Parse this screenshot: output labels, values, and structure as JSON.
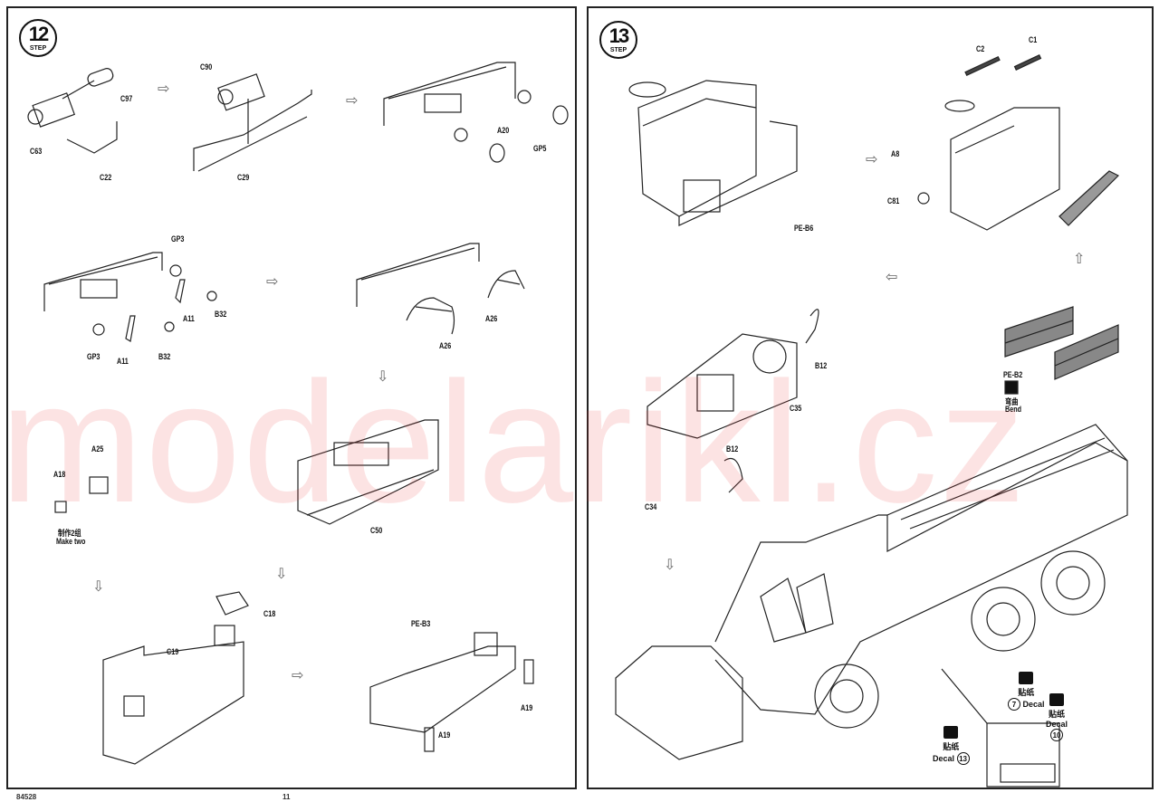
{
  "step12": {
    "badge": {
      "number": "12",
      "step": "STEP"
    },
    "labels": [
      "C97",
      "C63",
      "C22",
      "C90",
      "C29",
      "A20",
      "GP5",
      "GP3",
      "A11",
      "B32",
      "GP3",
      "A11",
      "B32",
      "A26",
      "A26",
      "A25",
      "A18",
      "C50",
      "C18",
      "C19",
      "PE-B3",
      "A19",
      "A19"
    ],
    "make_two_cn": "制作2组",
    "make_two_en": "Make two"
  },
  "step13": {
    "badge": {
      "number": "13",
      "step": "STEP"
    },
    "labels": [
      "C2",
      "C1",
      "A8",
      "C81",
      "PE-B6",
      "B12",
      "B12",
      "C35",
      "C34",
      "PE-B2"
    ],
    "bend_cn": "弯曲",
    "bend_en": "Bend",
    "decals": [
      {
        "cn": "贴纸",
        "en": "Decal",
        "num": "7"
      },
      {
        "cn": "贴纸",
        "en": "Decal",
        "num": "10"
      },
      {
        "cn": "贴纸",
        "en": "Decal",
        "num": "13"
      }
    ]
  },
  "watermark": "modelarikl.cz",
  "footer": {
    "left": "84528",
    "page": "11"
  }
}
